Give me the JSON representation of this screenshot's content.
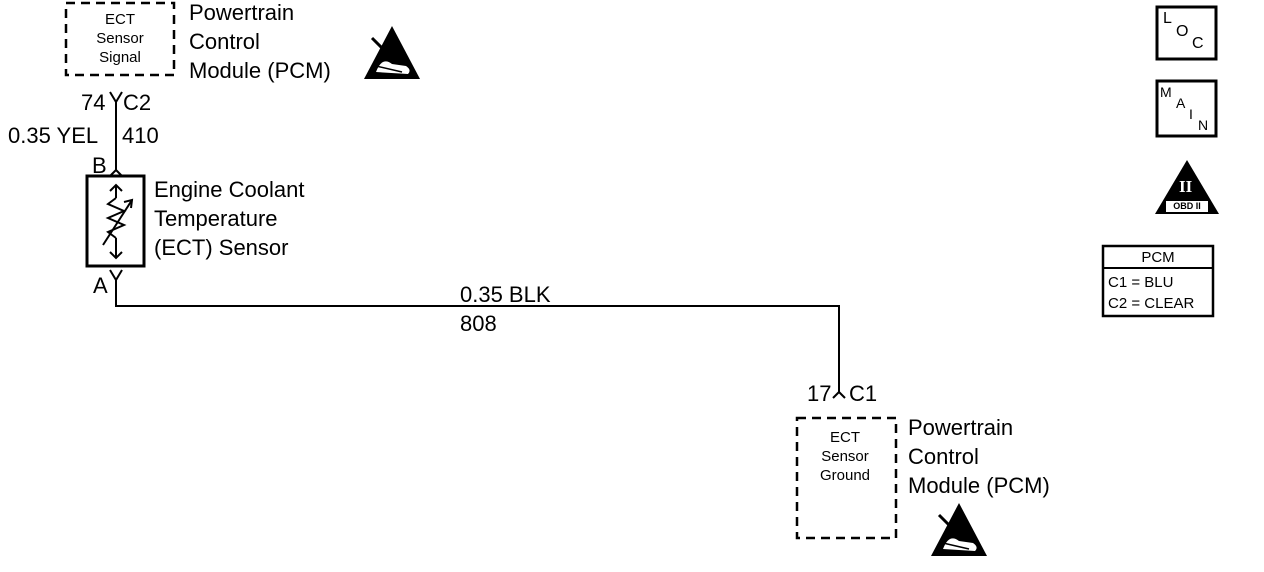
{
  "pcm_top": {
    "inner_lines": [
      "ECT",
      "Sensor",
      "Signal"
    ],
    "title_lines": [
      "Powertrain",
      "Control",
      "Module (PCM)"
    ]
  },
  "connector_top": {
    "pin": "74",
    "connector": "C2"
  },
  "wire_top": {
    "gauge_color": "0.35 YEL",
    "circuit": "410"
  },
  "sensor": {
    "pin_b": "B",
    "pin_a": "A",
    "title_lines": [
      "Engine Coolant",
      "Temperature",
      "(ECT) Sensor"
    ]
  },
  "wire_bottom": {
    "gauge_color": "0.35 BLK",
    "circuit": "808"
  },
  "connector_bottom": {
    "pin": "17",
    "connector": "C1"
  },
  "pcm_bottom": {
    "inner_lines": [
      "ECT",
      "Sensor",
      "Ground"
    ],
    "title_lines": [
      "Powertrain",
      "Control",
      "Module (PCM)"
    ]
  },
  "icons": {
    "loc": {
      "letters": [
        "L",
        "O",
        "C"
      ],
      "icon": "loc-icon"
    },
    "main": {
      "letters": [
        "M",
        "A",
        "I",
        "N"
      ],
      "icon": "main-icon"
    },
    "obd": {
      "numeral": "II",
      "text": "OBD II",
      "icon": "obd-ii-icon"
    },
    "esd_icon": "esd-sensitive-icon"
  },
  "legend": {
    "title": "PCM",
    "rows": [
      "C1 = BLU",
      "C2 = CLEAR"
    ]
  }
}
